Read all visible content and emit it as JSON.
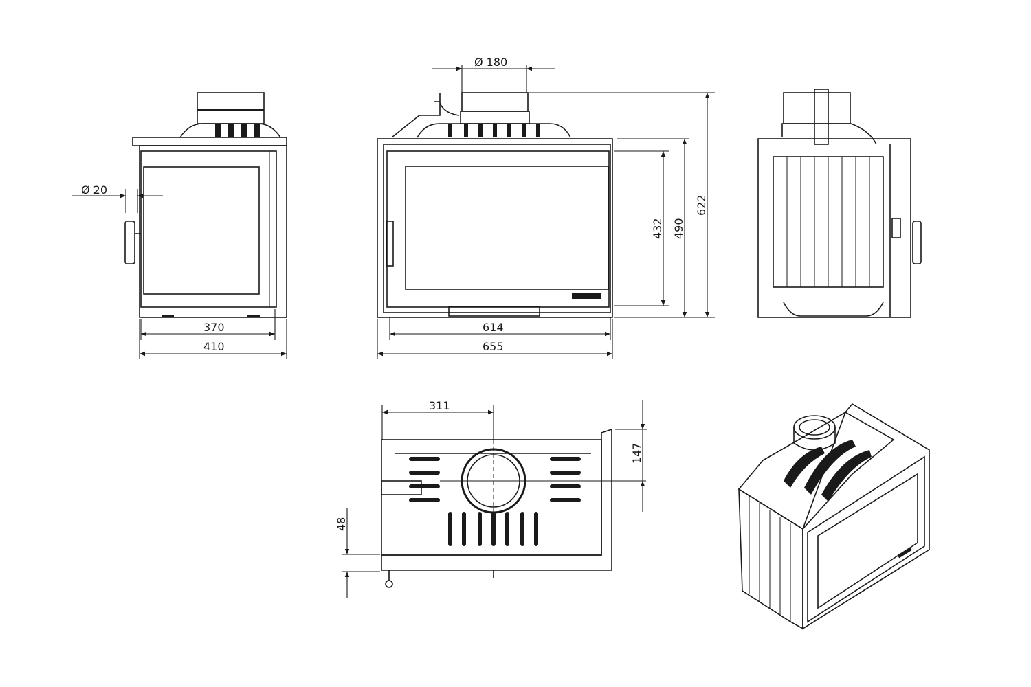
{
  "drawing": {
    "views": [
      "side-left",
      "front",
      "side-right",
      "top",
      "isometric"
    ],
    "dimensions": {
      "handle_diameter": "Ø 20",
      "side_inner_width": "370",
      "side_outer_width": "410",
      "flue_diameter": "Ø 180",
      "front_inner_width": "614",
      "front_outer_width": "655",
      "glass_height": "432",
      "frame_height": "490",
      "total_height": "622",
      "flue_offset_x": "311",
      "flue_offset_y": "147",
      "base_height": "48"
    },
    "line_color": "#1a1a1a"
  }
}
